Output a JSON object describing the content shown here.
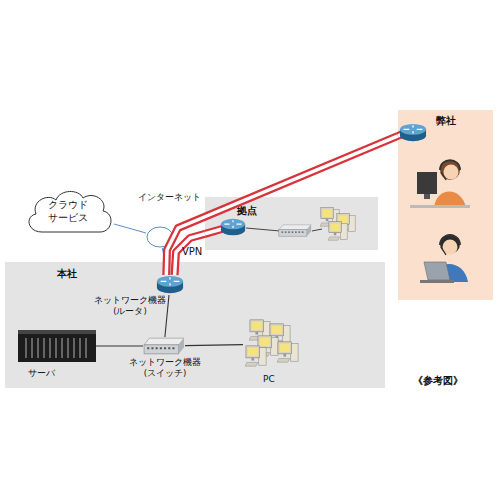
{
  "diagram": {
    "nodes": [
      {
        "text": [
          "弊社"
        ]
      },
      {
        "text": [
          "クラウド サービス"
        ]
      },
      {
        "text": [
          "インターネット"
        ]
      },
      {
        "text": [
          "拠点"
        ]
      },
      {
        "text": [
          "本社"
        ]
      },
      {
        "text": [
          "ネットワーク機器 (ルータ)"
        ],
        "in": 4
      },
      {
        "text": [
          "ネットワーク機器 (スイッチ)"
        ],
        "in": 4
      },
      {
        "text": [
          "サーバ"
        ],
        "in": 4
      },
      {
        "text": [
          "PC"
        ],
        "in": 4
      }
    ],
    "edges": [
      {
        "from": 1,
        "to": 2,
        "arrow": "none"
      },
      {
        "from": 2,
        "to": 5,
        "arrow": "none"
      },
      {
        "from": 5,
        "to": 3,
        "label": "VPN",
        "arrow": "none"
      },
      {
        "from": 5,
        "to": 0,
        "arrow": "none"
      },
      {
        "from": 5,
        "to": 6,
        "arrow": "none"
      },
      {
        "from": 6,
        "to": 7,
        "arrow": "none"
      },
      {
        "from": 6,
        "to": 8,
        "arrow": "none"
      }
    ],
    "labels": [
      "《参考図》"
    ]
  }
}
